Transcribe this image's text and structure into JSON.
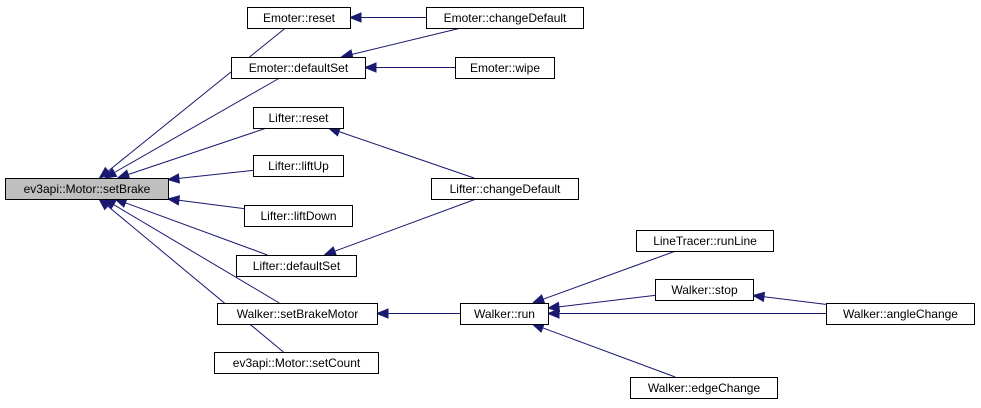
{
  "graph": {
    "colors": {
      "edge": "#191970",
      "root_fill": "#bfbfbf",
      "node_fill": "#ffffff",
      "border": "#000000"
    },
    "nodes": [
      {
        "id": "setBrake",
        "label": "ev3api::Motor::setBrake",
        "root": true
      },
      {
        "id": "emoterReset",
        "label": "Emoter::reset"
      },
      {
        "id": "emoterChangeDefault",
        "label": "Emoter::changeDefault"
      },
      {
        "id": "emoterDefaultSet",
        "label": "Emoter::defaultSet"
      },
      {
        "id": "emoterWipe",
        "label": "Emoter::wipe"
      },
      {
        "id": "lifterReset",
        "label": "Lifter::reset"
      },
      {
        "id": "lifterChangeDefault",
        "label": "Lifter::changeDefault"
      },
      {
        "id": "lifterLiftUp",
        "label": "Lifter::liftUp"
      },
      {
        "id": "lifterLiftDown",
        "label": "Lifter::liftDown"
      },
      {
        "id": "lifterDefaultSet",
        "label": "Lifter::defaultSet"
      },
      {
        "id": "walkerSetBrakeMotor",
        "label": "Walker::setBrakeMotor"
      },
      {
        "id": "walkerRun",
        "label": "Walker::run"
      },
      {
        "id": "lineTracerRunLine",
        "label": "LineTracer::runLine"
      },
      {
        "id": "walkerStop",
        "label": "Walker::stop"
      },
      {
        "id": "walkerAngleChange",
        "label": "Walker::angleChange"
      },
      {
        "id": "walkerEdgeChange",
        "label": "Walker::edgeChange"
      },
      {
        "id": "motorSetCount",
        "label": "ev3api::Motor::setCount"
      }
    ],
    "edges": [
      {
        "from": "emoterReset",
        "to": "setBrake"
      },
      {
        "from": "emoterDefaultSet",
        "to": "setBrake"
      },
      {
        "from": "lifterReset",
        "to": "setBrake"
      },
      {
        "from": "lifterLiftUp",
        "to": "setBrake"
      },
      {
        "from": "lifterLiftDown",
        "to": "setBrake"
      },
      {
        "from": "lifterDefaultSet",
        "to": "setBrake"
      },
      {
        "from": "walkerSetBrakeMotor",
        "to": "setBrake"
      },
      {
        "from": "motorSetCount",
        "to": "setBrake"
      },
      {
        "from": "emoterChangeDefault",
        "to": "emoterReset"
      },
      {
        "from": "emoterChangeDefault",
        "to": "emoterDefaultSet"
      },
      {
        "from": "emoterWipe",
        "to": "emoterDefaultSet"
      },
      {
        "from": "lifterChangeDefault",
        "to": "lifterReset"
      },
      {
        "from": "lifterChangeDefault",
        "to": "lifterDefaultSet"
      },
      {
        "from": "walkerRun",
        "to": "walkerSetBrakeMotor"
      },
      {
        "from": "lineTracerRunLine",
        "to": "walkerRun"
      },
      {
        "from": "walkerStop",
        "to": "walkerRun"
      },
      {
        "from": "walkerAngleChange",
        "to": "walkerRun"
      },
      {
        "from": "walkerEdgeChange",
        "to": "walkerRun"
      },
      {
        "from": "walkerAngleChange",
        "to": "walkerStop"
      }
    ]
  }
}
